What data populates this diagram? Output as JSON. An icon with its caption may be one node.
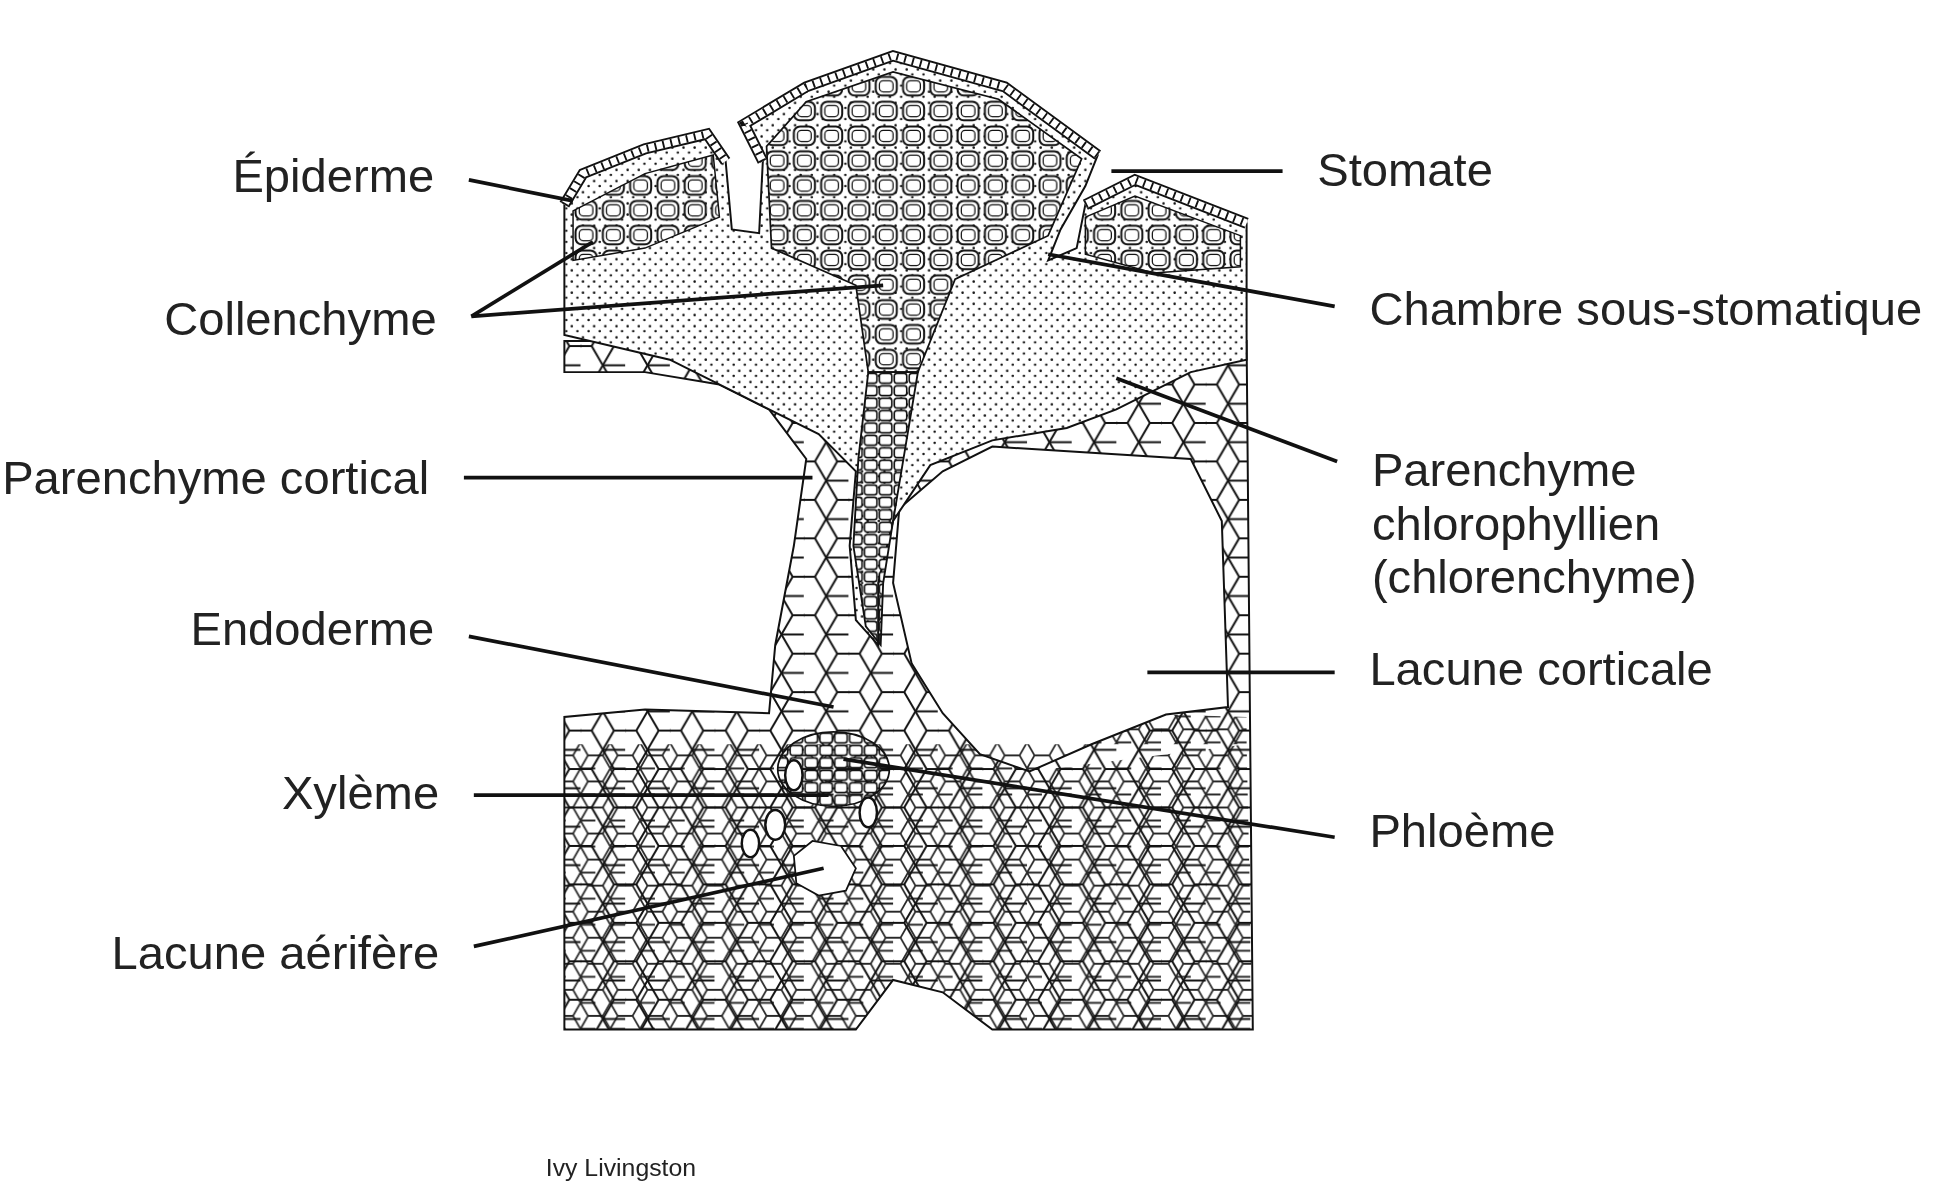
{
  "diagram": {
    "nodes": [
      {
        "text": [
          "Épiderme"
        ]
      },
      {
        "text": [
          "Stomate"
        ]
      },
      {
        "text": [
          "Collenchyme"
        ]
      },
      {
        "text": [
          "Chambre sous-stomatique"
        ]
      },
      {
        "text": [
          "Parenchyme cortical"
        ]
      },
      {
        "text": [
          "Parenchyme chlorophyllien (chlorenchyme)"
        ]
      },
      {
        "text": [
          "Endoderme"
        ]
      },
      {
        "text": [
          "Lacune corticale"
        ]
      },
      {
        "text": [
          "Xylème"
        ]
      },
      {
        "text": [
          "Phloème"
        ]
      },
      {
        "text": [
          "Lacune aérifère"
        ]
      }
    ],
    "edges": [
      {
        "from": 0,
        "to": null,
        "arrow": "none"
      },
      {
        "from": 1,
        "to": null,
        "arrow": "none"
      },
      {
        "from": 2,
        "to": null,
        "arrow": "none"
      },
      {
        "from": 2,
        "to": null,
        "arrow": "none"
      },
      {
        "from": 3,
        "to": null,
        "arrow": "none"
      },
      {
        "from": 4,
        "to": null,
        "arrow": "none"
      },
      {
        "from": 5,
        "to": null,
        "arrow": "none"
      },
      {
        "from": 6,
        "to": null,
        "arrow": "none"
      },
      {
        "from": 7,
        "to": null,
        "arrow": "none"
      },
      {
        "from": 8,
        "to": null,
        "arrow": "none"
      },
      {
        "from": 9,
        "to": null,
        "arrow": "none"
      },
      {
        "from": 10,
        "to": null,
        "arrow": "none"
      }
    ],
    "labels": [
      "Ivy Livingston"
    ]
  }
}
